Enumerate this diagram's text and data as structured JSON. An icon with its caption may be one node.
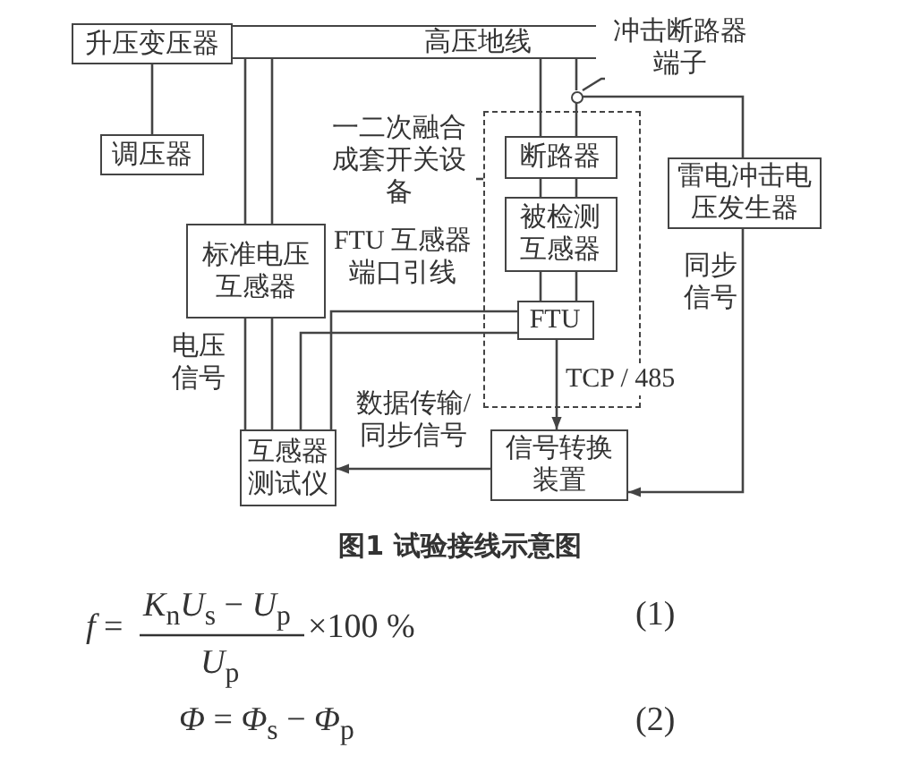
{
  "diagram": {
    "caption": "图1 试验接线示意图",
    "nodes": [
      {
        "text": [
          "升压变压器"
        ]
      },
      {
        "text": [
          "调压器"
        ]
      },
      {
        "text": [
          "标准电压互感器"
        ]
      },
      {
        "text": [
          "一二次融合成套开关设备"
        ]
      },
      {
        "text": [],
        "shape": "box"
      },
      {
        "text": [
          "断路器"
        ],
        "in": 4
      },
      {
        "text": [
          "被检测互感器"
        ],
        "in": 4
      },
      {
        "text": [
          "FTU"
        ],
        "in": 4
      },
      {
        "text": [
          "雷电冲击电压发生器"
        ]
      },
      {
        "text": [
          "互感器测试仪"
        ]
      },
      {
        "text": [
          "信号转换装置"
        ]
      },
      {
        "text": [
          "高压地线"
        ]
      },
      {
        "text": [
          "冲击断路器端子"
        ]
      },
      {
        "text": [],
        "shape": "circle"
      }
    ],
    "edges": [
      {
        "from": 0,
        "to": 1,
        "arrow": "none"
      },
      {
        "from": 11,
        "to": 2,
        "arrow": "none"
      },
      {
        "from": 11,
        "to": 2,
        "arrow": "none"
      },
      {
        "from": 2,
        "to": 9,
        "arrow": "none",
        "label": "电压信号"
      },
      {
        "from": 2,
        "to": 9,
        "arrow": "none"
      },
      {
        "from": 11,
        "to": 5,
        "arrow": "none"
      },
      {
        "from": 11,
        "to": 13,
        "arrow": "none"
      },
      {
        "from": 13,
        "to": 5,
        "arrow": "none"
      },
      {
        "from": 12,
        "to": 13,
        "arrow": "none"
      },
      {
        "from": 13,
        "to": 8,
        "arrow": "none"
      },
      {
        "from": 3,
        "to": 4,
        "arrow": "none"
      },
      {
        "from": 5,
        "to": 6,
        "arrow": "none"
      },
      {
        "from": 5,
        "to": 6,
        "arrow": "none"
      },
      {
        "from": 6,
        "to": 7,
        "arrow": "none"
      },
      {
        "from": 6,
        "to": 7,
        "arrow": "none"
      },
      {
        "from": 7,
        "to": 9,
        "arrow": "none",
        "label": "FTU 互感器端口引线"
      },
      {
        "from": 7,
        "to": 9,
        "arrow": "none"
      },
      {
        "from": 7,
        "to": 10,
        "arrow": "to",
        "label": "TCP / 485"
      },
      {
        "from": 10,
        "to": 9,
        "arrow": "to",
        "label": "数据传输/同步信号"
      },
      {
        "from": 8,
        "to": 10,
        "arrow": "to",
        "label": "同步信号"
      }
    ],
    "labels": [
      "*f* =",
      "*K*$_{n}$*U*$_{s}$ − *U*$_{p}$",
      "*U*$_{p}$",
      "×100 %",
      "(1)",
      "*Φ* = *Φ*$_{s}$ − *Φ*$_{p}$",
      "(2)"
    ]
  }
}
